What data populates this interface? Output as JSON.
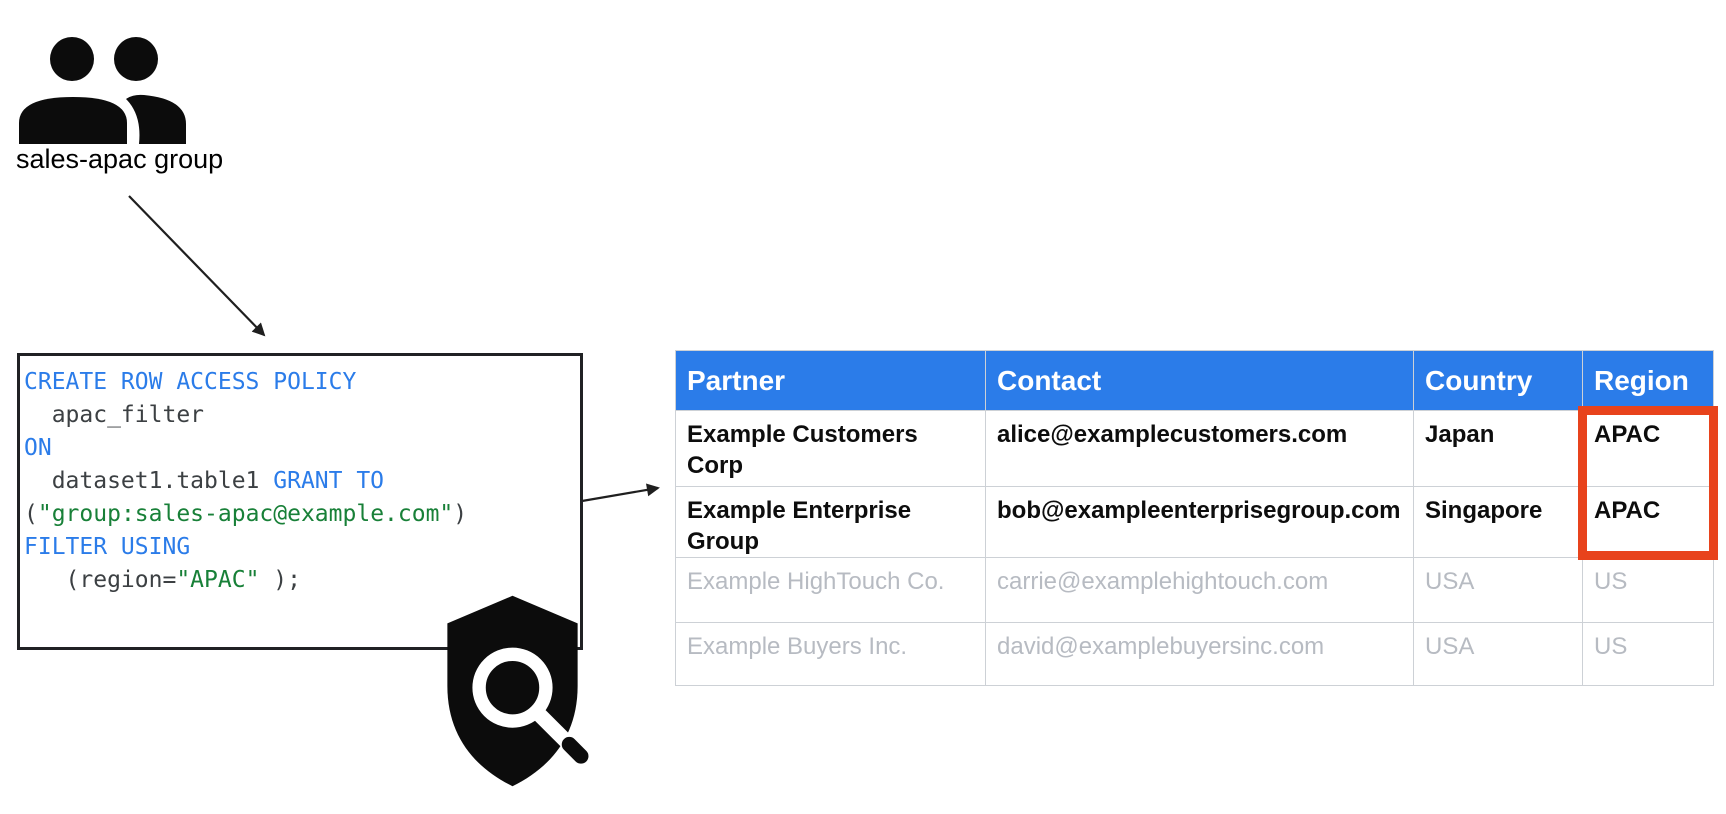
{
  "group": {
    "label": "sales-apac group"
  },
  "policy_code": {
    "lines": [
      [
        {
          "t": "CREATE ROW ACCESS POLICY",
          "c": "kw"
        }
      ],
      [
        {
          "t": "  apac_filter",
          "c": "plain"
        }
      ],
      [
        {
          "t": "ON",
          "c": "kw"
        }
      ],
      [
        {
          "t": "  dataset1.table1 ",
          "c": "plain"
        },
        {
          "t": "GRANT TO",
          "c": "kw"
        }
      ],
      [
        {
          "t": "(",
          "c": "plain"
        },
        {
          "t": "\"group:sales-apac@example.com\"",
          "c": "str"
        },
        {
          "t": ")",
          "c": "plain"
        }
      ],
      [
        {
          "t": "FILTER USING",
          "c": "kw"
        }
      ],
      [
        {
          "t": "   (region=",
          "c": "plain"
        },
        {
          "t": "\"APAC\"",
          "c": "str"
        },
        {
          "t": " );",
          "c": "plain"
        }
      ]
    ]
  },
  "table": {
    "headers": [
      "Partner",
      "Contact",
      "Country",
      "Region"
    ],
    "rows": [
      {
        "style": "granted",
        "cells": [
          "Example Customers Corp",
          "alice@examplecustomers.com",
          "Japan",
          "APAC"
        ]
      },
      {
        "style": "granted",
        "cells": [
          "Example Enterprise Group",
          "bob@exampleenterprisegroup.com",
          "Singapore",
          "APAC"
        ]
      },
      {
        "style": "filtered",
        "cells": [
          "Example HighTouch Co.",
          "carrie@examplehightouch.com",
          "USA",
          "US"
        ]
      },
      {
        "style": "filtered",
        "cells": [
          "Example Buyers Inc.",
          "david@examplebuyersinc.com",
          "USA",
          "US"
        ]
      }
    ],
    "highlight": {
      "column": "Region",
      "row_indexes": [
        0,
        1
      ],
      "values": [
        "APAC",
        "APAC"
      ]
    }
  },
  "colors": {
    "header_blue": "#2b7ce9",
    "keyword_blue": "#2b7ce9",
    "string_green": "#188038",
    "code_plain": "#3c4043",
    "filtered_gray": "#b7bbc2",
    "highlight_red": "#e8431c",
    "icon_black": "#0c0c0c"
  }
}
